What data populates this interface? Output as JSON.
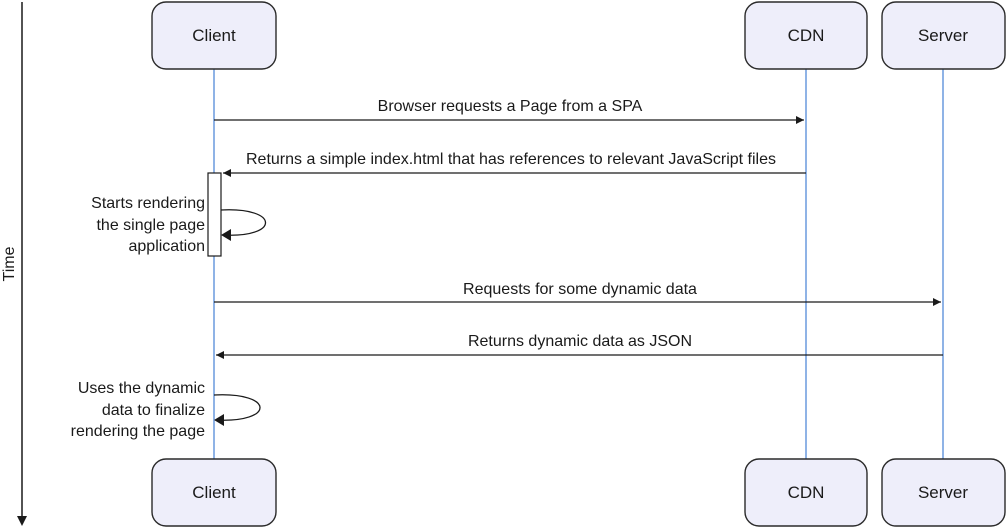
{
  "participants": {
    "client": "Client",
    "cdn": "CDN",
    "server": "Server"
  },
  "time_label": "Time",
  "messages": {
    "m1": "Browser requests a Page from a SPA",
    "m2": "Returns a simple index.html that has references to relevant JavaScript files",
    "m3": "Requests for some dynamic data",
    "m4": "Returns dynamic data as JSON"
  },
  "self_messages": {
    "s1": [
      "Starts rendering",
      "the single page",
      "application"
    ],
    "s2": [
      "Uses the dynamic",
      "data to finalize",
      "rendering the page"
    ]
  },
  "colors": {
    "box_fill": "#eeeefa",
    "lifeline": "#8fb3e6"
  }
}
